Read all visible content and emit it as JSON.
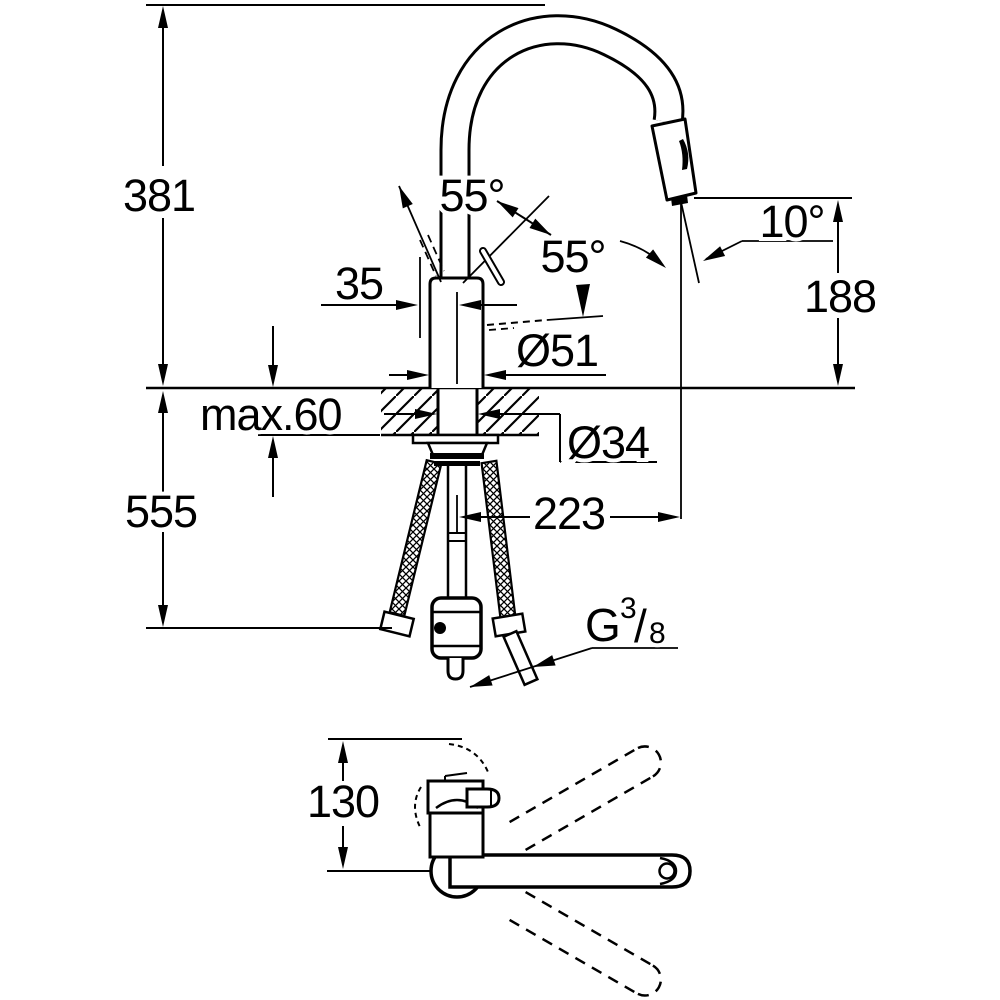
{
  "drawing": {
    "type": "faucet-dimensional-diagram",
    "colors": {
      "ink": "#000000",
      "paper": "#ffffff"
    },
    "labels": {
      "height_total": "381",
      "depth_below_counter": "555",
      "max_counter_thickness": "max.60",
      "handle_offset": "35",
      "handle_angle_front": "55°",
      "handle_angle_side": "55°",
      "head_angle": "10°",
      "outlet_height": "188",
      "body_diameter": "Ø51",
      "shank_diameter": "Ø34",
      "spout_projection": "223",
      "swivel_height": "130",
      "thread": {
        "letter": "G",
        "numerator": "3",
        "slash": "/",
        "denominator": "8"
      }
    }
  }
}
